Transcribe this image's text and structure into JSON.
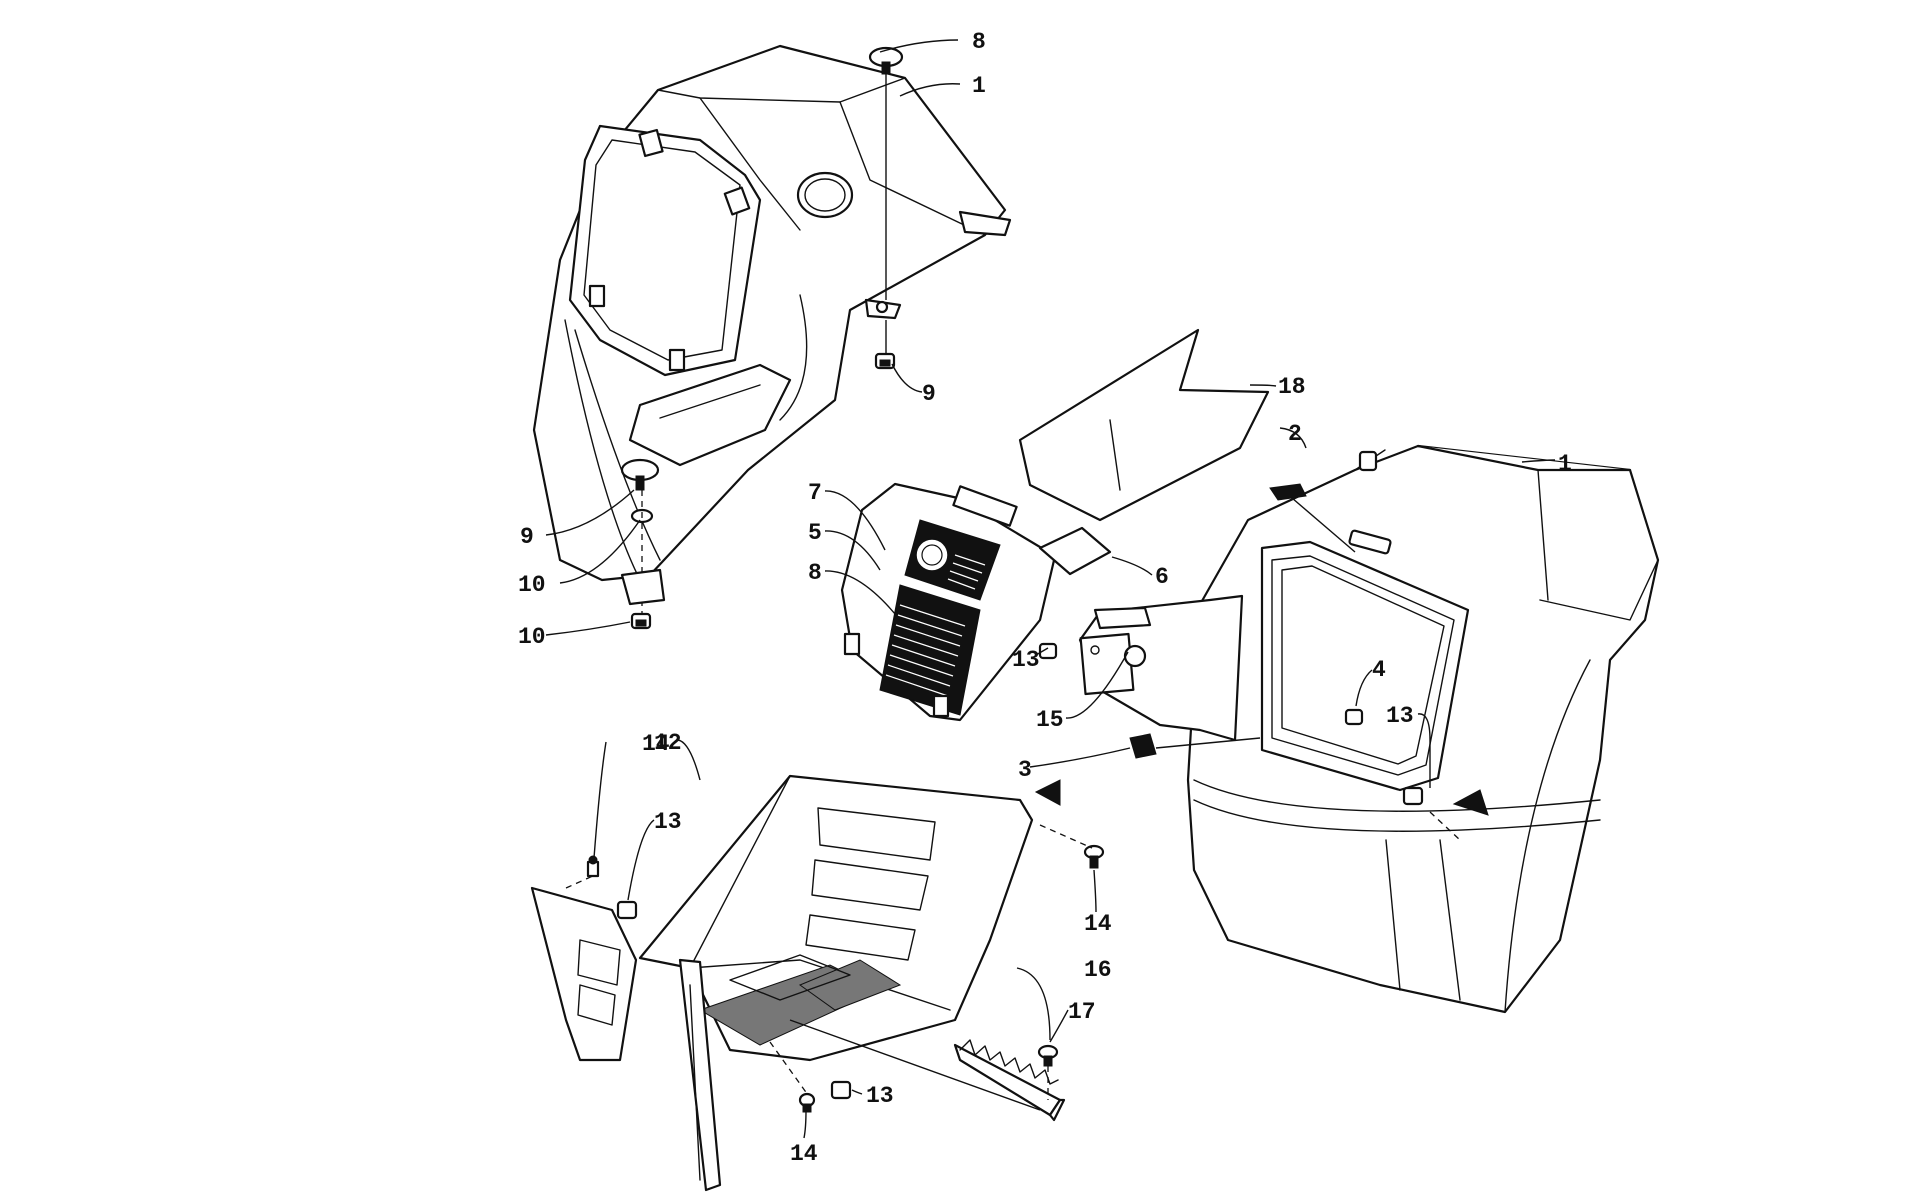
{
  "diagram": {
    "callouts": [
      {
        "id": "c1a",
        "label": "1"
      },
      {
        "id": "c1b",
        "label": "1"
      },
      {
        "id": "c2",
        "label": "2"
      },
      {
        "id": "c3",
        "label": "3"
      },
      {
        "id": "c4",
        "label": "4"
      },
      {
        "id": "c5",
        "label": "5"
      },
      {
        "id": "c6",
        "label": "6"
      },
      {
        "id": "c7",
        "label": "7"
      },
      {
        "id": "c8",
        "label": "8"
      },
      {
        "id": "c9a",
        "label": "9"
      },
      {
        "id": "c9b",
        "label": "9"
      },
      {
        "id": "c10a",
        "label": "10"
      },
      {
        "id": "c10b",
        "label": "10"
      },
      {
        "id": "c11",
        "label": "11"
      },
      {
        "id": "c12",
        "label": "12"
      },
      {
        "id": "c13a",
        "label": "13"
      },
      {
        "id": "c13b",
        "label": "13"
      },
      {
        "id": "c13c",
        "label": "13"
      },
      {
        "id": "c13d",
        "label": "13"
      },
      {
        "id": "c14a",
        "label": "14"
      },
      {
        "id": "c14b",
        "label": "14"
      },
      {
        "id": "c14c",
        "label": "14"
      },
      {
        "id": "c15",
        "label": "15"
      },
      {
        "id": "c16",
        "label": "16"
      },
      {
        "id": "c17",
        "label": "17"
      },
      {
        "id": "c18",
        "label": "18"
      }
    ]
  }
}
